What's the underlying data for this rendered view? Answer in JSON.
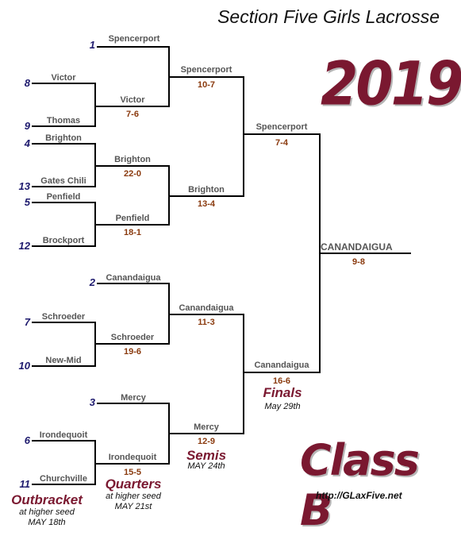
{
  "title": "Section Five Girls Lacrosse",
  "year": "2019",
  "class_label": "Class B",
  "url": "http://GLaxFive.net",
  "first_round": [
    {
      "seed": "1",
      "team": "Spencerport"
    },
    {
      "seed": "8",
      "team": "Victor"
    },
    {
      "seed": "9",
      "team": "Thomas"
    },
    {
      "seed": "4",
      "team": "Brighton"
    },
    {
      "seed": "13",
      "team": "Gates Chili"
    },
    {
      "seed": "5",
      "team": "Penfield"
    },
    {
      "seed": "12",
      "team": "Brockport"
    },
    {
      "seed": "2",
      "team": "Canandaigua"
    },
    {
      "seed": "7",
      "team": "Schroeder"
    },
    {
      "seed": "10",
      "team": "New-Mid"
    },
    {
      "seed": "3",
      "team": "Mercy"
    },
    {
      "seed": "6",
      "team": "Irondequoit"
    },
    {
      "seed": "11",
      "team": "Churchville"
    }
  ],
  "outbracket": {
    "winner": "Victor",
    "score": "7-6"
  },
  "quarters": [
    {
      "winner": "Victor",
      "score": "7-6"
    },
    {
      "winner": "Brighton",
      "score": "22-0"
    },
    {
      "winner": "Penfield",
      "score": "18-1"
    },
    {
      "winner": "Schroeder",
      "score": "19-6"
    },
    {
      "winner": "Irondequoit",
      "score": "15-5"
    }
  ],
  "semis": [
    {
      "winner": "Spencerport",
      "score": "10-7"
    },
    {
      "winner": "Brighton",
      "score": "13-4"
    },
    {
      "winner": "Canandaigua",
      "score": "11-3"
    },
    {
      "winner": "Mercy",
      "score": "12-9"
    }
  ],
  "finals": [
    {
      "winner": "Spencerport",
      "score": "7-4"
    },
    {
      "winner": "Canandaigua",
      "score": "16-6"
    }
  ],
  "champion": {
    "team": "CANANDAIGUA",
    "score": "9-8"
  },
  "rounds": {
    "outbracket": {
      "name": "Outbracket",
      "note": "at higher seed",
      "date": "MAY 18th"
    },
    "quarters": {
      "name": "Quarters",
      "note": "at higher seed",
      "date": "MAY 21st"
    },
    "semis": {
      "name": "Semis",
      "date": "MAY 24th"
    },
    "finals": {
      "name": "Finals",
      "date": "May 29th"
    }
  },
  "colors": {
    "accent": "#7a1830",
    "seed": "#1e1a6e",
    "score": "#8a3a0e",
    "team": "#555555"
  }
}
